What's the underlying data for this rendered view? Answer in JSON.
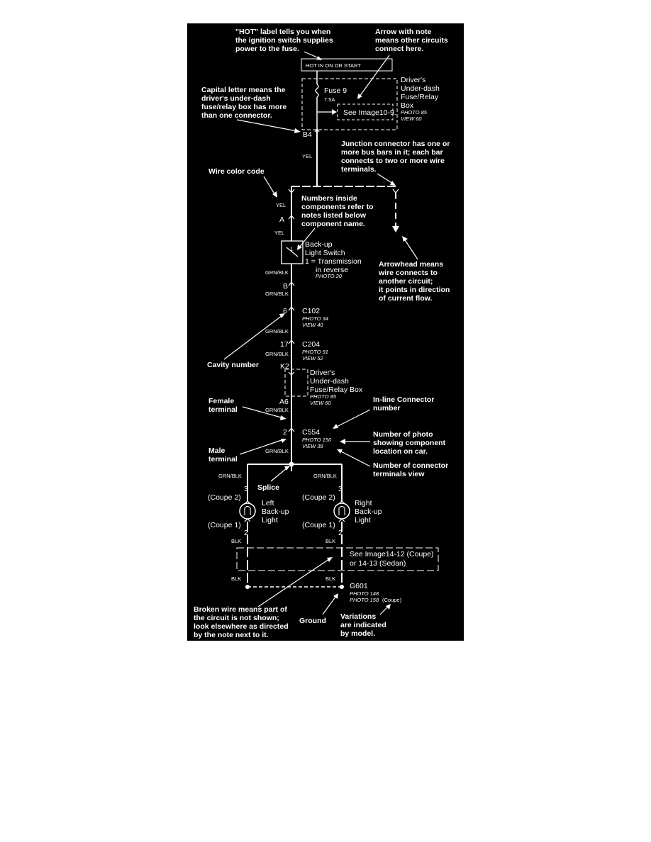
{
  "callouts": {
    "hot_label": [
      "\"HOT\" label tells you when",
      "the ignition switch supplies",
      "power to the fuse."
    ],
    "arrow_note": [
      "Arrow with note",
      "means other circuits",
      "connect here."
    ],
    "capital_letter": [
      "Capital letter means the",
      "driver's under-dash",
      "fuse/relay box has more",
      "than one connector."
    ],
    "junction": [
      "Junction connector has one or",
      "more bus bars in it; each bar",
      "connects to two or more wire",
      "terminals."
    ],
    "wire_color": [
      "Wire color code"
    ],
    "numbers_inside": [
      "Numbers inside",
      "components refer to",
      "notes listed below",
      "component name."
    ],
    "arrowhead": [
      "Arrowhead means",
      "wire connects to",
      "another circuit;",
      "it points in direction",
      "of current flow."
    ],
    "cavity": [
      "Cavity number"
    ],
    "female": [
      "Female",
      "terminal"
    ],
    "inline": [
      "In-line Connector",
      "number"
    ],
    "photo_num": [
      "Number of photo",
      "showing component",
      "location on car."
    ],
    "male": [
      "Male",
      "terminal"
    ],
    "conn_view": [
      "Number of connector",
      "terminals view"
    ],
    "splice": [
      "Splice"
    ],
    "broken": [
      "Broken wire means part of",
      "the circuit is not shown;",
      "look elsewhere as directed",
      "by the note next to it."
    ],
    "ground": [
      "Ground"
    ],
    "variations": [
      "Variations",
      "are indicated",
      "by model."
    ]
  },
  "components": {
    "hot_box": "HOT IN ON OR START",
    "fuse": "Fuse 9",
    "fuse_amp": "7.5A",
    "see_image_1": "See Image10-9.",
    "fuse_box_1": [
      "Driver's",
      "Under-dash",
      "Fuse/Relay",
      "Box"
    ],
    "fuse_box_1_photo": [
      "PHOTO 85",
      "VIEW 60"
    ],
    "b4": "B4",
    "switch": [
      "Back-up",
      "Light Switch",
      "1 = Transmission",
      "in reverse"
    ],
    "switch_photo": "PHOTO 20",
    "switch_num": "1",
    "c102": "C102",
    "c102_photo": [
      "PHOTO 34",
      "VIEW 40"
    ],
    "c204": "C204",
    "c204_photo": [
      "PHOTO 91",
      "VIEW 52"
    ],
    "k2": "K2",
    "fuse_box_2": [
      "Driver's",
      "Under-dash",
      "Fuse/Relay Box"
    ],
    "fuse_box_2_photo": [
      "PHOTO 85",
      "VIEW 60"
    ],
    "a6": "A6",
    "c554": "C554",
    "c554_photo": [
      "PHOTO 150",
      "VIEW 38"
    ],
    "left_light": [
      "Left",
      "Back-up",
      "Light"
    ],
    "right_light": [
      "Right",
      "Back-up",
      "Light"
    ],
    "coupe2": "(Coupe 2)",
    "coupe1": "(Coupe 1)",
    "see_image_2": [
      "See Image14-12 (Coupe)",
      "or 14-13 (Sedan)"
    ],
    "g601": "G601",
    "g601_photo": [
      "PHOTO 148",
      "PHOTO 158"
    ],
    "g601_coupe": "(Coupe)",
    "pins": {
      "a": "A",
      "b": "B",
      "p6": "6",
      "p17": "17",
      "p2": "2",
      "p3": "3",
      "p2b": "2"
    }
  },
  "wire_colors": {
    "yel": "YEL",
    "grn_blk": "GRN/BLK",
    "blk": "BLK"
  },
  "colors": {
    "background": "#000000",
    "foreground": "#ffffff",
    "page": "#ffffff"
  }
}
